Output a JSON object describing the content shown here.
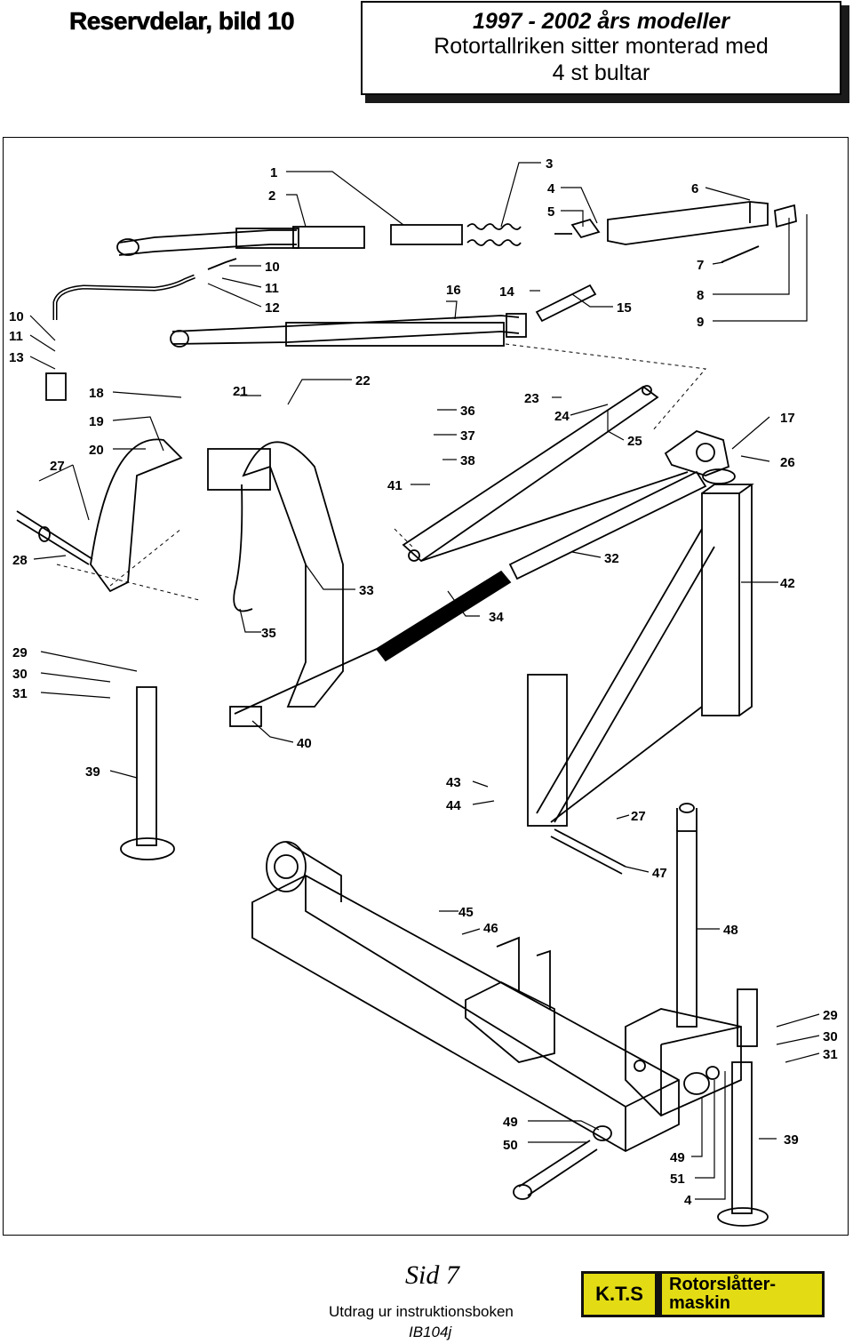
{
  "header": {
    "heading": "Reservdelar, bild 10",
    "title_line1": "1997 - 2002 års modeller",
    "title_line2": "Rotortallriken sitter monterad med",
    "title_line3": "4 st bultar"
  },
  "diagram": {
    "part_numbers": [
      "1",
      "2",
      "3",
      "4",
      "5",
      "6",
      "7",
      "8",
      "9",
      "10",
      "11",
      "12",
      "10",
      "11",
      "13",
      "16",
      "14",
      "15",
      "18",
      "21",
      "22",
      "23",
      "24",
      "17",
      "25",
      "19",
      "20",
      "26",
      "27",
      "36",
      "37",
      "38",
      "41",
      "28",
      "32",
      "42",
      "33",
      "34",
      "35",
      "29",
      "30",
      "31",
      "40",
      "39",
      "43",
      "44",
      "27",
      "47",
      "45",
      "46",
      "48",
      "29",
      "30",
      "31",
      "49",
      "50",
      "39",
      "49",
      "51",
      "4"
    ]
  },
  "footer": {
    "page_number": "Sid 7",
    "line1": "Utdrag ur instruktionsboken",
    "line2": "IB104j"
  },
  "logo": {
    "left_text": "K.T.S",
    "right_line1": "Rotorslåtter-",
    "right_line2": "maskin",
    "color": "#e3dc14"
  }
}
